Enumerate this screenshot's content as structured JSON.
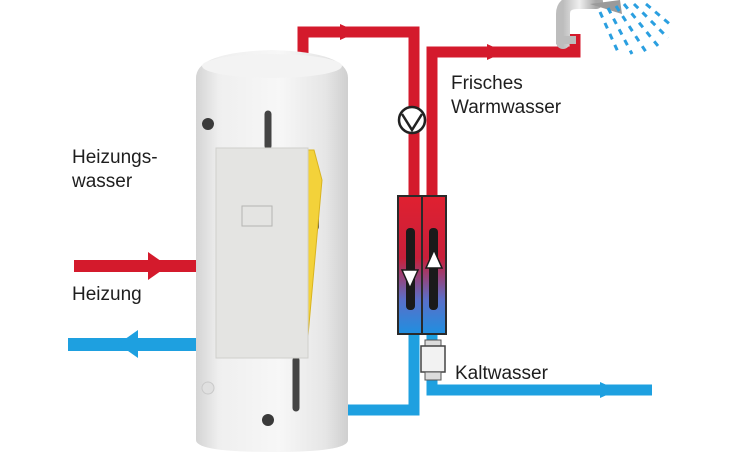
{
  "labels": {
    "heizungswasser_line1": "Heizungs-",
    "heizungswasser_line2": "wasser",
    "heizung": "Heizung",
    "warmwasser_line1": "Frisches",
    "warmwasser_line2": "Warmwasser",
    "kaltwasser": "Kaltwasser"
  },
  "colors": {
    "hot_pipe": "#d41a2c",
    "cold_pipe": "#1ea0e0",
    "tank": "#eaeaea",
    "control_panel": "#e4e4e2",
    "yellow_cover": "#f3d23a",
    "shower_water": "#2a9fe0"
  },
  "icons": [
    "circulation-pump-icon",
    "shower-head-icon",
    "flow-arrow-icon",
    "check-valve-icon",
    "heat-exchanger-icon"
  ]
}
